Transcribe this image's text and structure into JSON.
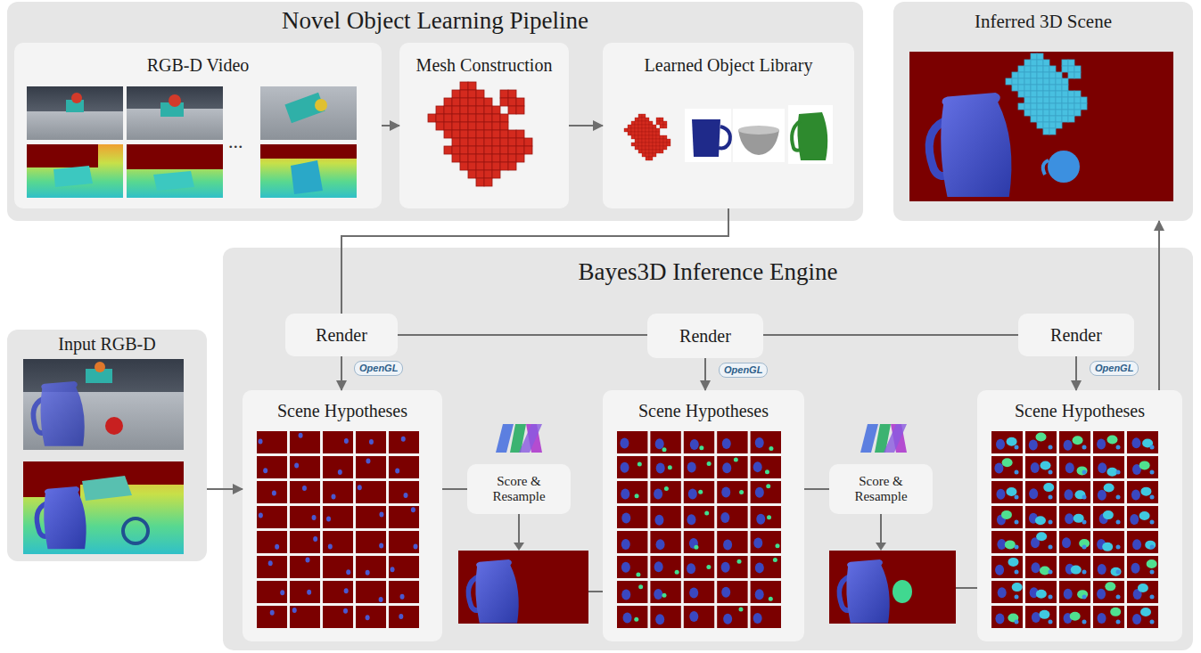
{
  "diagram": {
    "nodes": [
      {
        "text": [
          "Novel Object Learning Pipeline"
        ]
      },
      {
        "text": [
          "RGB-D Video"
        ],
        "in": 0
      },
      {
        "text": [
          "Mesh Construction"
        ],
        "in": 0
      },
      {
        "text": [
          "Learned Object Library"
        ],
        "in": 0
      },
      {
        "text": [
          "Inferred 3D Scene"
        ]
      },
      {
        "text": [
          "Input RGB-D"
        ]
      },
      {
        "text": [
          "Bayes3D Inference Engine"
        ]
      },
      {
        "text": [
          "Render"
        ],
        "in": 6
      },
      {
        "text": [
          "Render"
        ],
        "in": 6
      },
      {
        "text": [
          "Render"
        ],
        "in": 6
      },
      {
        "text": [
          "Scene Hypotheses"
        ],
        "in": 6
      },
      {
        "text": [
          "Score & Resample"
        ],
        "in": 6
      },
      {
        "text": [
          "Scene Hypotheses"
        ],
        "in": 6
      },
      {
        "text": [
          "Score & Resample"
        ],
        "in": 6
      },
      {
        "text": [
          "Scene Hypotheses"
        ],
        "in": 6
      }
    ],
    "edges": [
      {
        "from": 1,
        "to": 2,
        "arrow": "to"
      },
      {
        "from": 2,
        "to": 3,
        "arrow": "to"
      },
      {
        "from": 3,
        "to": 7,
        "arrow": "none"
      },
      {
        "from": 7,
        "to": 8,
        "arrow": "none"
      },
      {
        "from": 8,
        "to": 9,
        "arrow": "none"
      },
      {
        "from": 7,
        "to": 10,
        "arrow": "to"
      },
      {
        "from": 8,
        "to": 12,
        "arrow": "to"
      },
      {
        "from": 9,
        "to": 14,
        "arrow": "to"
      },
      {
        "from": 5,
        "to": 10,
        "arrow": "to"
      },
      {
        "from": 10,
        "to": 11,
        "arrow": "none"
      },
      {
        "from": 11,
        "to": 12,
        "arrow": "none"
      },
      {
        "from": 12,
        "to": 13,
        "arrow": "none"
      },
      {
        "from": 13,
        "to": 14,
        "arrow": "none"
      },
      {
        "from": 14,
        "to": 4,
        "arrow": "to"
      }
    ],
    "labels": [
      "...",
      "OpenGL",
      "OpenGL",
      "OpenGL"
    ]
  }
}
